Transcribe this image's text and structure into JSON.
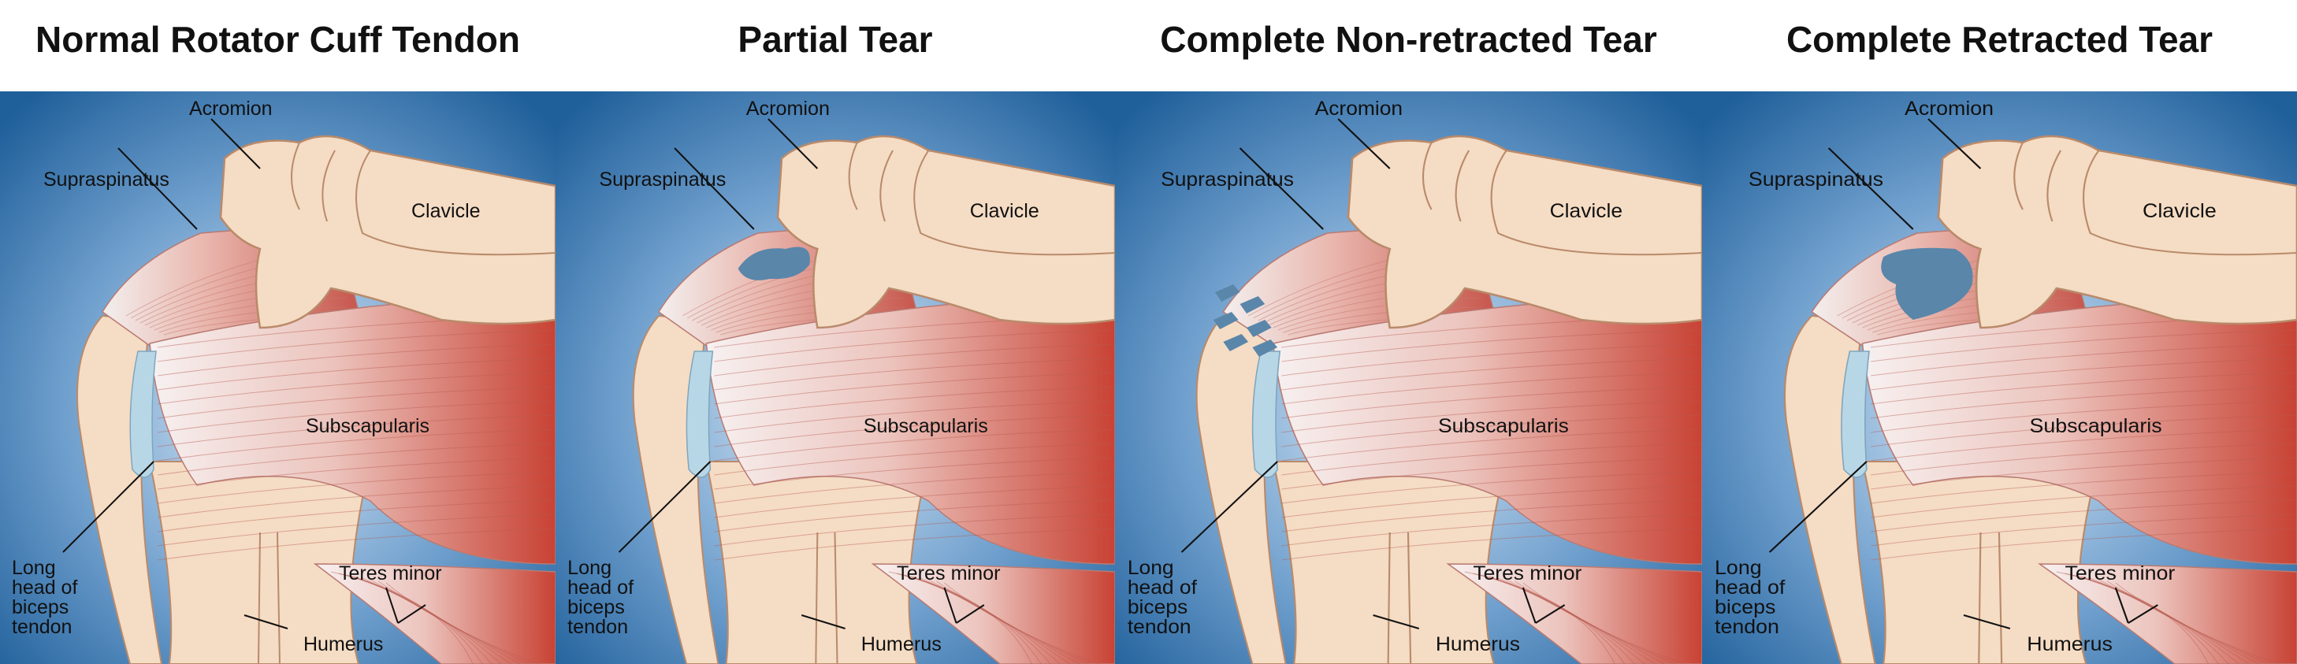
{
  "titles": {
    "normal": "Normal Rotator Cuff Tendon",
    "partial": "Partial Tear",
    "nonretracted": "Complete Non-retracted Tear",
    "retracted": "Complete Retracted Tear"
  },
  "labels": {
    "acromion": "Acromion",
    "clavicle": "Clavicle",
    "supraspinatus": "Supraspinatus",
    "subscapularis": "Subscapularis",
    "teres_minor": "Teres minor",
    "humerus": "Humerus",
    "biceps_line1": "Long",
    "biceps_line2": "head of",
    "biceps_line3": "biceps",
    "biceps_line4": "tendon"
  },
  "colors": {
    "background_blue": "#1f5f9a",
    "bone": "#f5dcc4",
    "muscle_red": "#c84234",
    "tendon_white": "#f3efee",
    "tear_blue": "#5a86aa",
    "bursa_blue": "#b8d7e6"
  }
}
